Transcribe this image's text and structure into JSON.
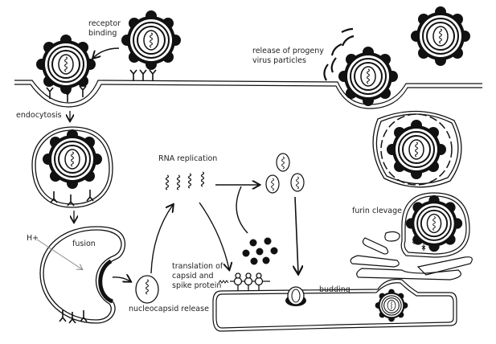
{
  "diagram": {
    "title_hidden": null,
    "labels": {
      "receptor_binding": [
        "receptor",
        "binding"
      ],
      "release": [
        "release of progeny",
        "virus particles"
      ],
      "endocytosis": "endocytosis",
      "rna_replication": "RNA replication",
      "h_plus": "H+",
      "fusion": "fusion",
      "translation": [
        "translation of",
        "capsid and",
        "spike protein"
      ],
      "nucleocapsid_release": "nucleocapsid release",
      "budding": "budding",
      "furin": "furin clevage"
    },
    "colors": {
      "ink": "#111111",
      "background": "#ffffff",
      "h_arrow": "#888888"
    }
  }
}
